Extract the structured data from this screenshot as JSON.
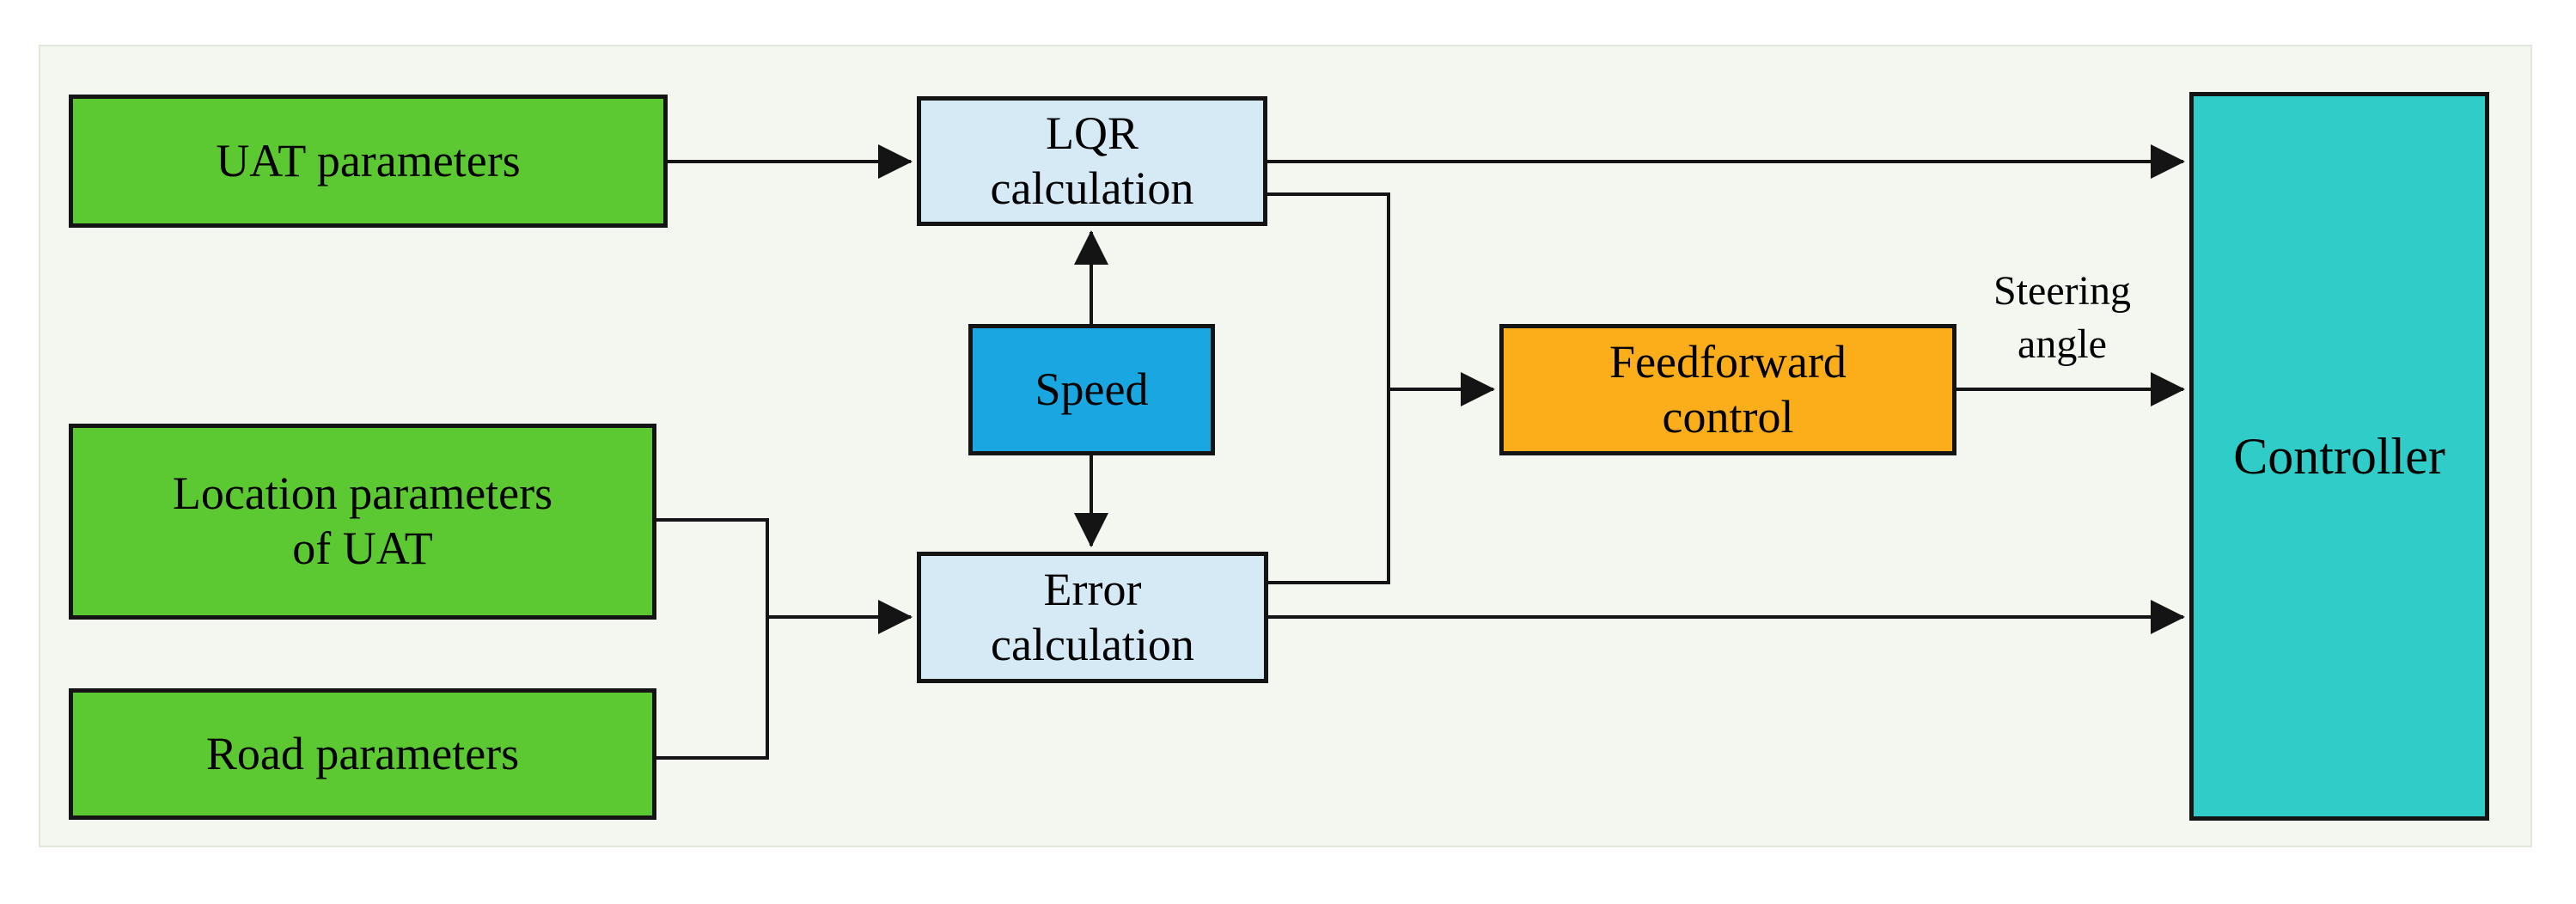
{
  "figure_type": "control-system-block-diagram",
  "colors": {
    "canvas": "#FFFFFF",
    "panel_background": "#F3F7EF",
    "panel_border": "#E2E7DC",
    "input_green": "#5CC832",
    "calculation_light_blue": "#D6EAF6",
    "speed_blue": "#1AA7E1",
    "feedforward_orange": "#FBAE1A",
    "controller_teal": "#30CDC8",
    "line_black": "#141414"
  },
  "nodes": {
    "uat": {
      "label": "UAT parameters"
    },
    "location": {
      "line1": "Location parameters",
      "line2": "of UAT"
    },
    "road": {
      "label": "Road parameters"
    },
    "lqr": {
      "line1": "LQR",
      "line2": "calculation"
    },
    "speed": {
      "label": "Speed"
    },
    "error": {
      "line1": "Error",
      "line2": "calculation"
    },
    "feedforward": {
      "line1": "Feedforward",
      "line2": "control"
    },
    "controller": {
      "label": "Controller"
    }
  },
  "edge_labels": {
    "steering": {
      "line1": "Steering",
      "line2": "angle"
    }
  },
  "edges": [
    {
      "from": "UAT parameters",
      "to": "LQR calculation"
    },
    {
      "from": "Speed",
      "to": "LQR calculation"
    },
    {
      "from": "Speed",
      "to": "Error calculation"
    },
    {
      "from": "Location parameters of UAT",
      "to": "Error calculation"
    },
    {
      "from": "Road parameters",
      "to": "Error calculation"
    },
    {
      "from": "LQR calculation",
      "to": "Feedforward control"
    },
    {
      "from": "Error calculation",
      "to": "Feedforward control"
    },
    {
      "from": "LQR calculation",
      "to": "Controller"
    },
    {
      "from": "Feedforward control",
      "to": "Controller",
      "label": "Steering angle"
    },
    {
      "from": "Error calculation",
      "to": "Controller"
    }
  ]
}
